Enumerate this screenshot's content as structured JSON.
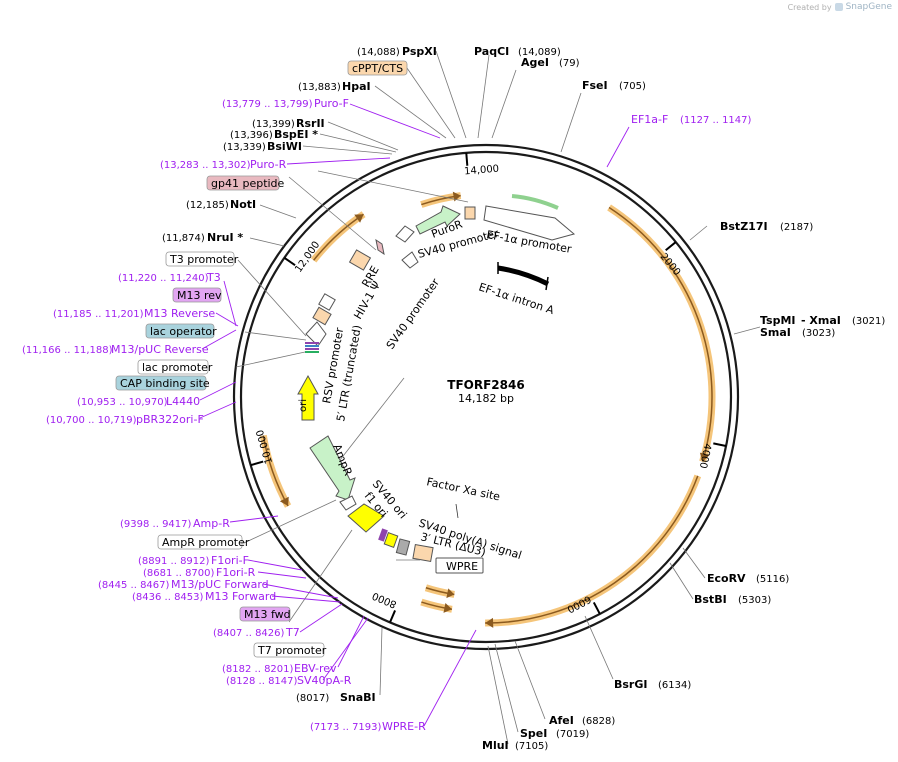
{
  "branding": {
    "created_by": "Created by",
    "product": "SnapGene"
  },
  "plasmid": {
    "name": "TFORF2846",
    "length_label": "14,182 bp",
    "total_bp": 14182
  },
  "colors": {
    "backbone": "#1a1a1a",
    "primer": "#a020f0",
    "site_label": "#000000",
    "feature_orange": "#f5c57a",
    "feature_fill": "#fbd7ad",
    "arrow_brown": "#8b5a1f",
    "green": "#c8f2c8",
    "yellow": "#ffff00",
    "lac_blue": "#a9d3dd",
    "pink": "#e9b9c0"
  },
  "ticks": [
    {
      "label": "2000",
      "bp": 2000
    },
    {
      "label": "4000",
      "bp": 4000
    },
    {
      "label": "6000",
      "bp": 6000
    },
    {
      "label": "8000",
      "bp": 8000
    },
    {
      "label": "10,000",
      "bp": 10000
    },
    {
      "label": "12,000",
      "bp": 12000
    },
    {
      "label": "14,000",
      "bp": 14000
    }
  ],
  "site_labels": [
    {
      "name": "PspXI",
      "pos": "(14,088)"
    },
    {
      "name": "PaqCI",
      "pos": "(14,089)"
    },
    {
      "name": "AgeI",
      "pos": "(79)"
    },
    {
      "name": "HpaI",
      "pos": "(13,883)"
    },
    {
      "name": "FseI",
      "pos": "(705)"
    },
    {
      "name": "RsrII",
      "pos": "(13,399)"
    },
    {
      "name": "BspEI *",
      "pos": "(13,396)"
    },
    {
      "name": "BsiWI",
      "pos": "(13,339)"
    },
    {
      "name": "NotI",
      "pos": "(12,185)"
    },
    {
      "name": "NruI *",
      "pos": "(11,874)"
    },
    {
      "name": "BstZ17I",
      "pos": "(2187)"
    },
    {
      "name": "TspMI",
      "pos": ""
    },
    {
      "name": "- XmaI",
      "pos": "(3021)"
    },
    {
      "name": "SmaI",
      "pos": "(3023)"
    },
    {
      "name": "EcoRV",
      "pos": "(5116)"
    },
    {
      "name": "BstBI",
      "pos": "(5303)"
    },
    {
      "name": "BsrGI",
      "pos": "(6134)"
    },
    {
      "name": "AfeI",
      "pos": "(6828)"
    },
    {
      "name": "SpeI",
      "pos": "(7019)"
    },
    {
      "name": "MluI",
      "pos": "(7105)"
    },
    {
      "name": "SnaBI",
      "pos": "(8017)"
    }
  ],
  "primer_labels": [
    {
      "name": "Puro-F",
      "range": "(13,779 .. 13,799)"
    },
    {
      "name": "Puro-R",
      "range": "(13,283 .. 13,302)"
    },
    {
      "name": "EF1a-F",
      "range": "(1127 .. 1147)"
    },
    {
      "name": "T3",
      "range": "(11,220 .. 11,240)"
    },
    {
      "name": "M13 Reverse",
      "range": "(11,185 .. 11,201)"
    },
    {
      "name": "M13/pUC Reverse",
      "range": "(11,166 .. 11,188)"
    },
    {
      "name": "L4440",
      "range": "(10,953 .. 10,970)"
    },
    {
      "name": "pBR322ori-F",
      "range": "(10,700 .. 10,719)"
    },
    {
      "name": "Amp-R",
      "range": "(9398 .. 9417)"
    },
    {
      "name": "F1ori-F",
      "range": "(8891 .. 8912)"
    },
    {
      "name": "F1ori-R",
      "range": "(8681 .. 8700)"
    },
    {
      "name": "M13/pUC Forward",
      "range": "(8445 .. 8467)"
    },
    {
      "name": "M13 Forward",
      "range": "(8436 .. 8453)"
    },
    {
      "name": "T7",
      "range": "(8407 .. 8426)"
    },
    {
      "name": "EBV-rev",
      "range": "(8182 .. 8201)"
    },
    {
      "name": "SV40pA-R",
      "range": "(8128 .. 8147)"
    },
    {
      "name": "WPRE-R",
      "range": "(7173 .. 7193)"
    }
  ],
  "boxed_labels": [
    {
      "text": "cPPT/CTS"
    },
    {
      "text": "gp41 peptide"
    },
    {
      "text": "T3 promoter"
    },
    {
      "text": "M13 rev"
    },
    {
      "text": "lac operator"
    },
    {
      "text": "lac promoter"
    },
    {
      "text": "CAP binding site"
    },
    {
      "text": "AmpR promoter"
    },
    {
      "text": "M13 fwd"
    },
    {
      "text": "T7 promoter"
    },
    {
      "text": "WPRE"
    }
  ],
  "feature_labels": [
    {
      "text": "PuroR"
    },
    {
      "text": "SV40 promoter"
    },
    {
      "text": "EF-1α promoter"
    },
    {
      "text": "EF-1α intron A"
    },
    {
      "text": "SV40 promoter"
    },
    {
      "text": "RRE"
    },
    {
      "text": "HIV-1 Ψ"
    },
    {
      "text": "RSV promoter"
    },
    {
      "text": "5′ LTR (truncated)"
    },
    {
      "text": "ori"
    },
    {
      "text": "AmpR"
    },
    {
      "text": "Factor Xa site"
    },
    {
      "text": "SV40 ori"
    },
    {
      "text": "f1 ori"
    },
    {
      "text": "SV40 poly(A) signal"
    },
    {
      "text": "3′ LTR (ΔU3)"
    }
  ]
}
